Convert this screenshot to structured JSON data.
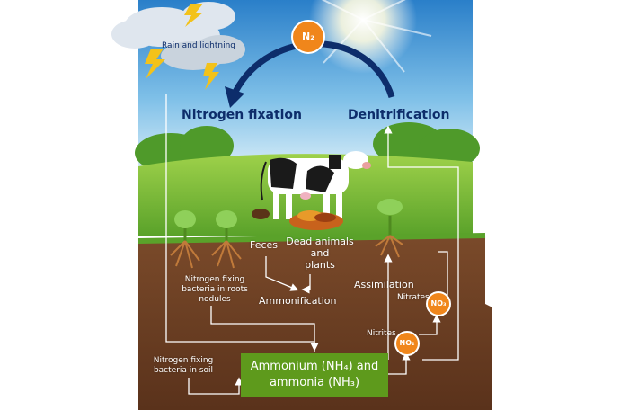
{
  "diagram": {
    "n2_label": "N₂",
    "rain_lightning": "Rain and lightning",
    "nitrogen_fixation": "Nitrogen fixation",
    "denitrification": "Denitrification",
    "feces": "Feces",
    "dead_animals_lines": [
      "Dead animals",
      "and",
      "plants"
    ],
    "bacteria_nodules_lines": [
      "Nitrogen fixing",
      "bacteria in roots",
      "nodules"
    ],
    "ammonification": "Ammonification",
    "assimilation": "Assimilation",
    "nitrates": "Nitrates",
    "nitrites": "Nitrites",
    "no3_label": "NO₃",
    "no2_label": "NO₂",
    "bacteria_soil_lines": [
      "Nitrogen fixing",
      "bacteria in soil"
    ],
    "ammonium_lines": [
      "Ammonium (NH₄) and",
      "ammonia (NH₃)"
    ]
  },
  "colors": {
    "sky_top": "#2a7fc9",
    "sky_bottom": "#d9eef8",
    "grass": "#7cc13a",
    "soil": "#6b3f24",
    "accent_orange": "#f0861b",
    "box_green": "#5e9a1c",
    "arrow_navy": "#0d2d6b"
  }
}
